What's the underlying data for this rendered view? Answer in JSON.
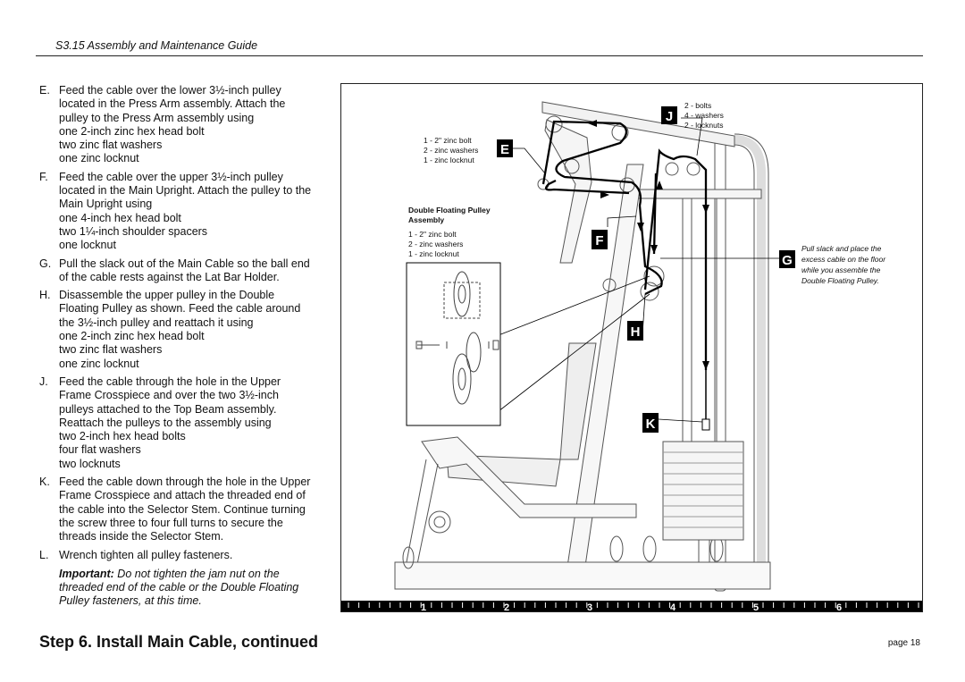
{
  "header": {
    "title": "S3.15 Assembly and Maintenance Guide"
  },
  "steps": [
    {
      "letter": "E.",
      "lines": [
        "Feed the cable over the lower 3½-inch pulley",
        "located in the Press Arm assembly. Attach the",
        "pulley to the Press Arm assembly using"
      ],
      "sub": [
        "one 2-inch zinc hex head bolt",
        "two zinc flat washers",
        "one zinc locknut"
      ]
    },
    {
      "letter": "F.",
      "lines": [
        "Feed the cable over the upper 3½-inch pulley",
        "located in the Main Upright. Attach the pulley to the",
        "Main Upright using"
      ],
      "sub": [
        "one 4-inch hex head bolt",
        "two 1¼-inch shoulder spacers",
        "one locknut"
      ]
    },
    {
      "letter": "G.",
      "lines": [
        "Pull the slack out of the Main Cable so the ball end",
        "of the cable rests against the Lat Bar Holder."
      ],
      "sub": []
    },
    {
      "letter": "H.",
      "lines": [
        "Disassemble the upper pulley in the Double",
        "Floating Pulley as shown. Feed the cable around",
        "the 3½-inch pulley and reattach it using"
      ],
      "sub": [
        "one 2-inch zinc hex head bolt",
        "two zinc flat washers",
        "one zinc locknut"
      ]
    },
    {
      "letter": "J.",
      "lines": [
        "Feed the cable through the hole in the Upper",
        "Frame Crosspiece and over the two 3½-inch",
        "pulleys attached to the Top Beam assembly.",
        "Reattach the pulleys to the assembly using"
      ],
      "sub": [
        "two 2-inch hex head bolts",
        "four flat washers",
        "two locknuts"
      ]
    },
    {
      "letter": "K.",
      "lines": [
        "Feed the cable down through the hole in the Upper",
        "Frame Crosspiece and attach the threaded end of",
        "the cable into the Selector Stem. Continue turning",
        "the screw three to four full turns to secure the",
        "threads inside the Selector Stem."
      ],
      "sub": []
    },
    {
      "letter": "L.",
      "lines": [
        "Wrench tighten all pulley fasteners."
      ],
      "sub": []
    }
  ],
  "important": {
    "label": "Important:",
    "lines": [
      " Do not tighten the jam nut on the",
      "threaded end of the cable or the Double Floating",
      "Pulley fasteners, at this time."
    ]
  },
  "figure": {
    "callouts": {
      "E": {
        "letter": "E",
        "parts": [
          "1 - 2\" zinc bolt",
          "2 - zinc washers",
          "1 - zinc locknut"
        ]
      },
      "J": {
        "letter": "J",
        "parts": [
          "2 - bolts",
          "4 - washers",
          "2 - locknuts"
        ]
      },
      "F": {
        "letter": "F",
        "title": [
          "Double Floating Pulley",
          "Assembly"
        ],
        "parts": [
          "1 - 2\" zinc bolt",
          "2 - zinc washers",
          "1 - zinc locknut"
        ]
      },
      "G": {
        "letter": "G",
        "note": [
          "Pull slack and place the",
          "excess cable on the floor",
          "while you assemble the",
          "Double Floating Pulley."
        ]
      },
      "H": {
        "letter": "H"
      },
      "K": {
        "letter": "K"
      }
    },
    "ruler": [
      "1",
      "2",
      "3",
      "4",
      "5",
      "6"
    ]
  },
  "step_title": "Step 6. Install Main Cable, continued",
  "page": "page 18"
}
